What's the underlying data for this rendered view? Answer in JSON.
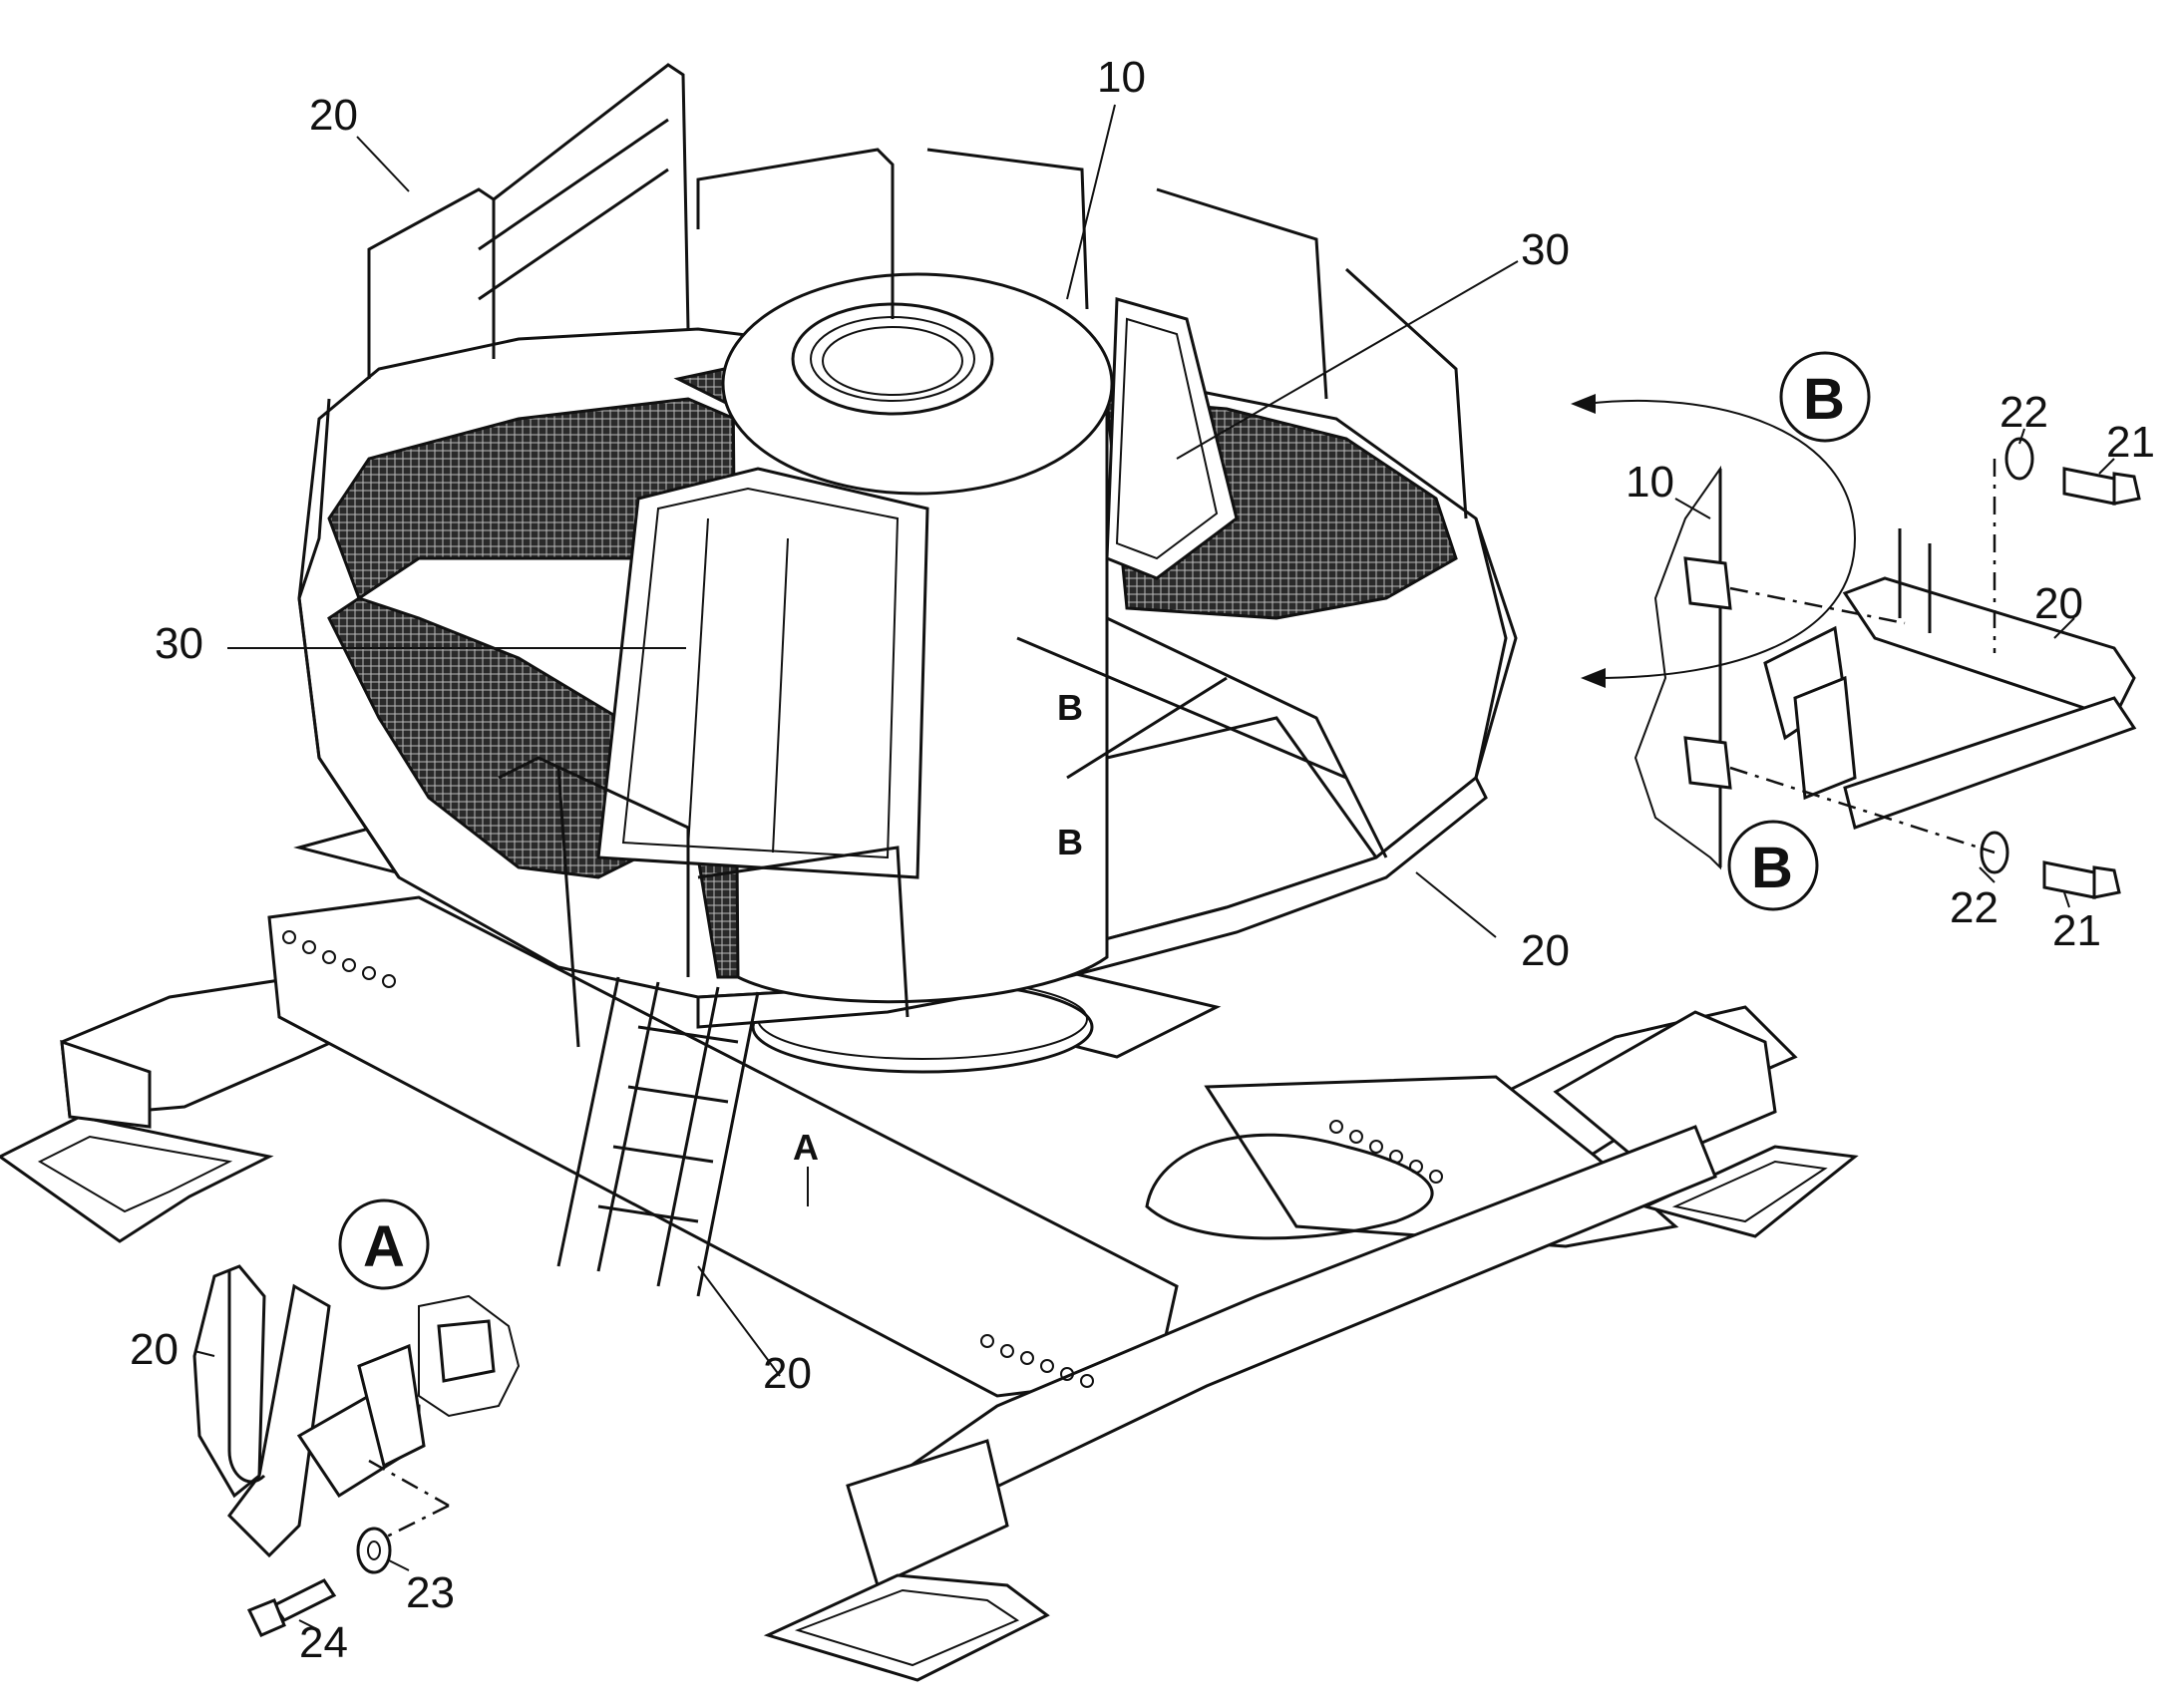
{
  "callouts": {
    "c10_top": "10",
    "c20_top_left": "20",
    "c30_right": "30",
    "c30_left": "30",
    "cB_upper": "B",
    "cB_lower": "B",
    "c20_right": "20",
    "cA_ladder": "A",
    "c20_ladder": "20"
  },
  "detail_b": {
    "circle_top": "B",
    "circle_bottom": "B",
    "c10": "10",
    "c20": "20",
    "c22_top": "22",
    "c21_top": "21",
    "c22_bottom": "22",
    "c21_bottom": "21"
  },
  "detail_a": {
    "circle": "A",
    "c20": "20",
    "c23": "23",
    "c24": "24"
  }
}
